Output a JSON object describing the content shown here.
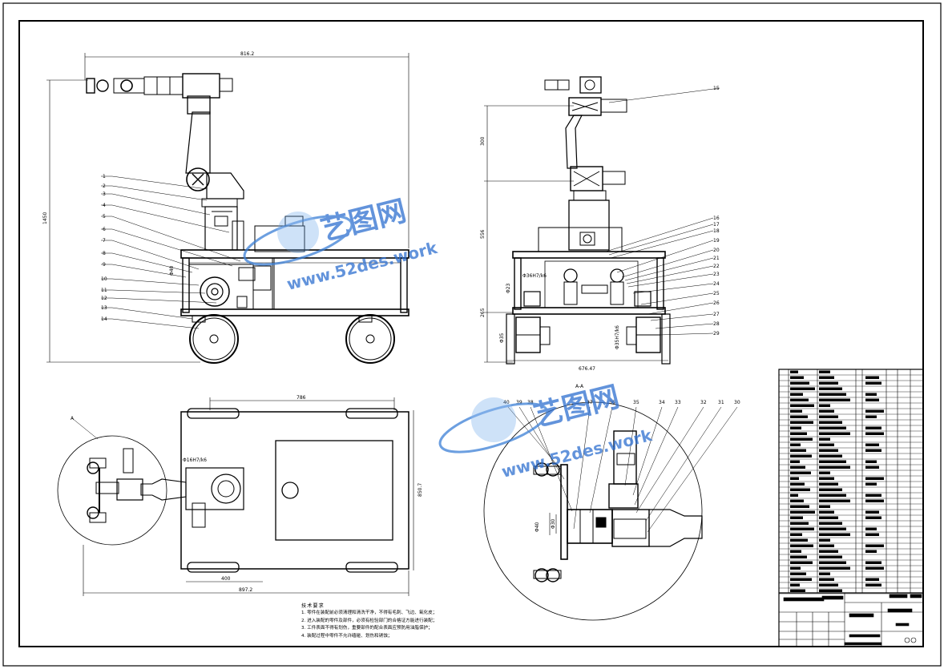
{
  "watermark": {
    "cn": "艺图网",
    "url": "www.52des.work"
  },
  "front_view": {
    "dims": {
      "width": "816.2",
      "height": "1450",
      "small": "Φ40"
    },
    "callouts": [
      "1",
      "2",
      "3",
      "4",
      "5",
      "6",
      "7",
      "8",
      "9",
      "10",
      "11",
      "12",
      "13",
      "14"
    ]
  },
  "side_view": {
    "dims": {
      "upper": "300",
      "middle": "556",
      "lower": "265",
      "width": "676.47",
      "small1": "Φ23",
      "small2": "Φ35",
      "gear": "Φ36H7/k6",
      "shaft": "Φ35H7/k6"
    },
    "callouts": [
      "15",
      "16",
      "17",
      "18",
      "19",
      "20",
      "21",
      "22",
      "23",
      "24",
      "25",
      "26",
      "27",
      "28",
      "29"
    ]
  },
  "top_view": {
    "dims": {
      "top": "786",
      "right": "850.7",
      "bottom_inner": "400",
      "bottom": "897.2",
      "fit": "Φ16H7/k6"
    },
    "detail_label": "A"
  },
  "section_view": {
    "label": "A-A",
    "callouts": [
      "40",
      "39",
      "38",
      "37",
      "36",
      "35",
      "34",
      "33",
      "32",
      "31",
      "30"
    ],
    "dims": {
      "d1": "Φ40",
      "d2": "Φ30"
    }
  },
  "tech_notes": {
    "title": "技术要求",
    "items": [
      "1. 零件在装配前必须清理和清洗干净，不得有毛刺、飞边、氧化皮；",
      "2. 进入装配的零件及部件，必须有检验部门的合格证方能进行装配；",
      "3. 工件表面不得有划伤，重要部件的配合表面应预防用油脂保护；",
      "4. 装配过程中零件不允许磕碰、划伤和锈蚀；"
    ]
  },
  "colors": {
    "line": "#000000",
    "watermark_blue": "#3b7fd6",
    "watermark_dark": "#1e4fa8"
  }
}
